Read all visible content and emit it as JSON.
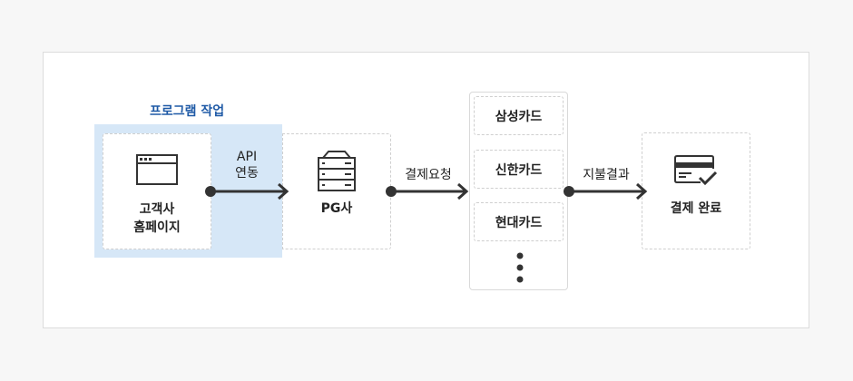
{
  "program_label": "프로그램 작업",
  "nodes": {
    "homepage": "고객사\n홈페이지",
    "pg": "PG사",
    "complete": "결제 완료"
  },
  "edges": {
    "api": "API\n연동",
    "request": "결제요청",
    "result": "지불결과"
  },
  "cards": [
    "삼성카드",
    "신한카드",
    "현대카드"
  ],
  "icons": {
    "homepage": "browser-window-icon",
    "pg": "server-icon",
    "complete": "credit-card-check-icon",
    "more": "vertical-ellipsis-icon"
  },
  "colors": {
    "accent": "#1f5aa6",
    "highlight": "#d6e7f7",
    "line": "#333333"
  }
}
